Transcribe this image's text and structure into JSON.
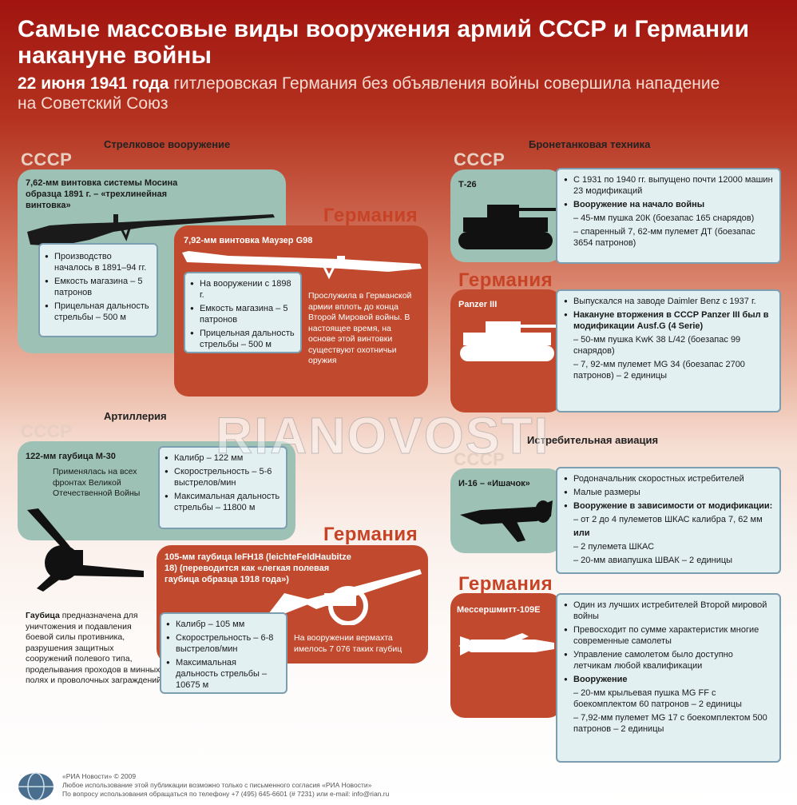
{
  "header": {
    "title": "Самые массовые виды вооружения армий СССР и Германии накануне войны",
    "date": "22 июня 1941 года",
    "subtitle": "гитлеровская Германия без объявления войны совершила нападение на Советский Союз"
  },
  "sections": {
    "rifle": "Стрелковое вооружение",
    "armor": "Бронетанковая техника",
    "artillery": "Артиллерия",
    "aviation": "Истребительная авиация"
  },
  "countries": {
    "ussr": "СССР",
    "germany": "Германия"
  },
  "rifle_ussr": {
    "head": "7,62-мм винтовка системы Мосина образца 1891 г. – «трехлинейная винтовка»",
    "items": [
      "Производство началось в 1891–94 гг.",
      "Емкость магазина – 5 патронов",
      "Прицельная дальность стрельбы – 500 м"
    ]
  },
  "rifle_de": {
    "head": "7,92-мм винтовка Маузер G98",
    "items": [
      "На вооружении с 1898 г.",
      "Емкость магазина – 5 патронов",
      "Прицельная дальность стрельбы – 500 м"
    ],
    "note": "Прослужила в Германской армии вплоть до конца Второй Мировой войны. В настоящее время, на основе этой винтовки существуют охотничьи оружия"
  },
  "art_ussr": {
    "head": "122-мм гаубица М-30",
    "note": "Применялась на всех фронтах Великой Отечественной Войны",
    "items": [
      "Калибр – 122 мм",
      "Скорострельность – 5-6 выстрелов/мин",
      "Максимальная дальность стрельбы – 11800 м"
    ]
  },
  "art_de": {
    "head": "105-мм гаубица leFH18 (leichteFeldHaubitze 18) (переводится как «легкая полевая гаубица образца 1918 года»)",
    "items": [
      "Калибр – 105 мм",
      "Скорострельность – 6-8 выстрелов/мин",
      "Максимальная дальность стрельбы – 10675 м"
    ],
    "note": "На вооружении вермахта имелось 7 076 таких гаубиц"
  },
  "howitzer_def": {
    "term": "Гаубица",
    "text": "предназначена для уничтожения и подавления боевой силы противника, разрушения защитных сооружений полевого типа, проделывания проходов в минных полях и проволочных заграждений"
  },
  "tank_ussr": {
    "name": "Т-26",
    "lines": [
      {
        "t": "С 1931 по 1940 гг. выпущено почти 12000 машин 23 модификаций",
        "k": "b"
      },
      {
        "t": "Вооружение на начало войны",
        "k": "bb"
      },
      {
        "t": "– 45-мм пушка 20К (боезапас 165 снарядов)",
        "k": "s"
      },
      {
        "t": "– спаренный 7, 62-мм пулемет ДТ (боезапас 3654 патронов)",
        "k": "s"
      }
    ]
  },
  "tank_de": {
    "name": "Panzer III",
    "lines": [
      {
        "t": "Выпускался на заводе Daimler Benz с 1937 г.",
        "k": "b"
      },
      {
        "t": "Накануне вторжения в СССР Panzer III был в модификации Ausf.G (4 Serie)",
        "k": "bb"
      },
      {
        "t": "– 50-мм пушка KwK 38 L/42 (боезапас 99 снарядов)",
        "k": "s"
      },
      {
        "t": "– 7, 92-мм пулемет MG 34 (боезапас 2700 патронов) – 2 единицы",
        "k": "s"
      }
    ]
  },
  "plane_ussr": {
    "name": "И-16 – «Ишачок»",
    "lines": [
      {
        "t": "Родоначальник скоростных истребителей",
        "k": "b"
      },
      {
        "t": "Малые размеры",
        "k": "b"
      },
      {
        "t": "Вооружение в зависимости от модификации:",
        "k": "bb"
      },
      {
        "t": "– от 2 до 4 пулеметов ШКАС калибра 7, 62 мм",
        "k": "s"
      },
      {
        "t": "или",
        "k": "sb"
      },
      {
        "t": "– 2 пулемета ШКАС",
        "k": "s"
      },
      {
        "t": "– 20-мм авиапушка ШВАК – 2 единицы",
        "k": "s"
      }
    ]
  },
  "plane_de": {
    "name": "Мессершмитт-109E",
    "lines": [
      {
        "t": "Один из лучших истребителей Второй мировой войны",
        "k": "b"
      },
      {
        "t": "Превосходит по сумме характеристик многие современные самолеты",
        "k": "b"
      },
      {
        "t": "Управление самолетом было доступно летчикам любой квалификации",
        "k": "b"
      },
      {
        "t": "Вооружение",
        "k": "bb"
      },
      {
        "t": "– 20-мм крыльевая пушка MG FF с боекомплектом 60 патронов – 2 единицы",
        "k": "s"
      },
      {
        "t": "– 7,92-мм пулемет MG 17 с боекомплектом 500 патронов – 2 единицы",
        "k": "s"
      }
    ]
  },
  "watermark": "RIANOVOSTI",
  "footer": {
    "line1": "«РИА Новости» © 2009",
    "line2": "Любое использование этой публикации возможно только с письменного согласия «РИА Новости»",
    "line3": "По вопросу использования обращаться по телефону +7 (495) 645-6601 (# 7231) или e-mail: info@rian.ru"
  },
  "colors": {
    "ussr_card": "#9ec1b6",
    "de_card": "#c14a2e",
    "info_card": "#e3f0f2",
    "header_red": "#a11410"
  }
}
